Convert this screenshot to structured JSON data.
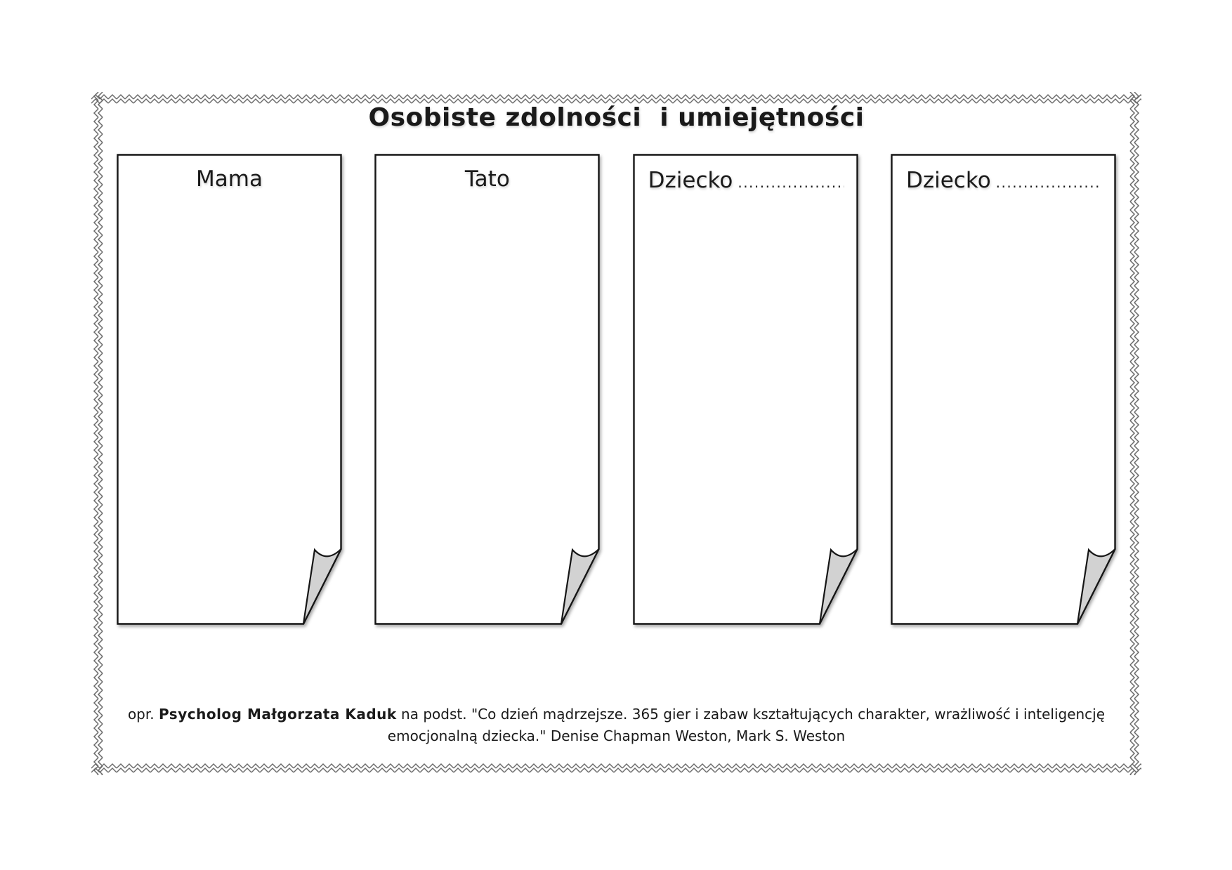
{
  "title": "Osobiste zdolności  i umiejętności",
  "cards": [
    {
      "label": "Mama"
    },
    {
      "label": "Tato"
    },
    {
      "label": "Dziecko",
      "dots": "....................................."
    },
    {
      "label": "Dziecko",
      "dots": "....................................."
    }
  ],
  "footer": {
    "prefix": "opr. ",
    "author": "Psycholog Małgorzata Kaduk",
    "line1_rest": " na podst. \"Co dzień mądrzejsze. 365 gier i zabaw kształtujących charakter, wrażliwość i inteligencję",
    "line2": "emocjonalną dziecka.\" Denise Chapman Weston, Mark S. Weston"
  },
  "colors": {
    "ink": "#1a1a1a",
    "paper": "#ffffff",
    "curl_fill": "#d2d2d2",
    "zigzag": "#6a6a6a"
  }
}
